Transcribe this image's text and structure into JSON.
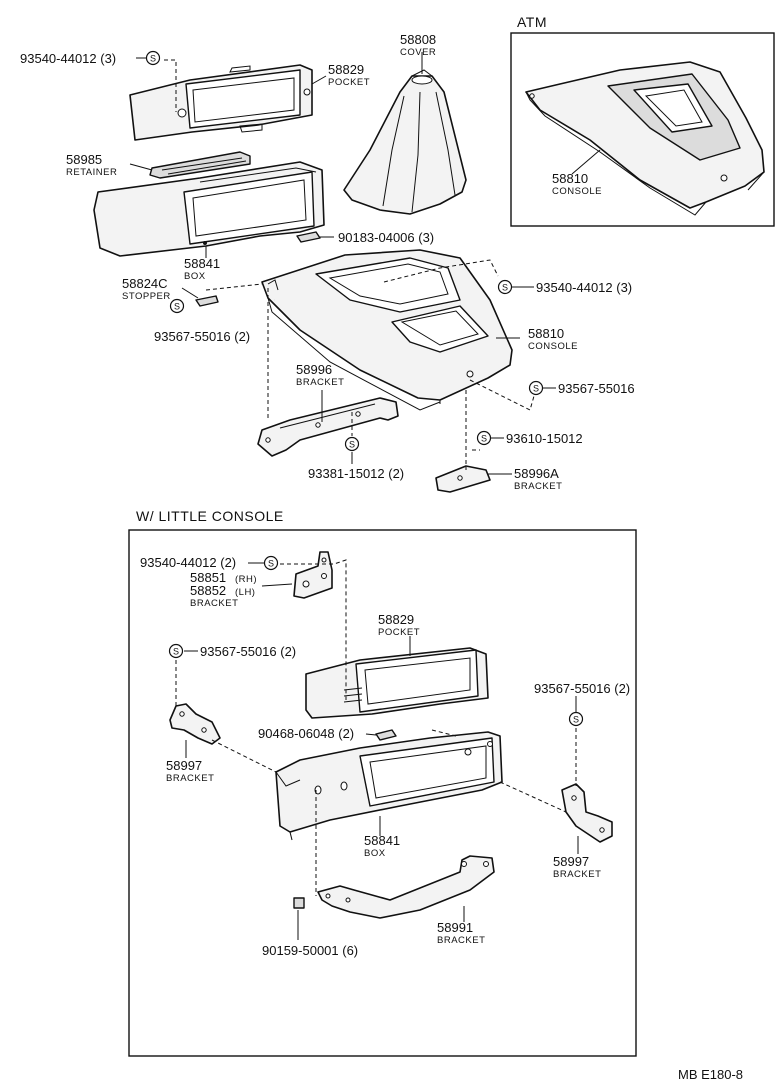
{
  "sections": {
    "atm": "ATM",
    "little_console": "W/ LITTLE CONSOLE"
  },
  "screw_symbol": "S",
  "top": {
    "p_58808_num": "58808",
    "p_58808_name": "COVER",
    "p_58829_num": "58829",
    "p_58829_name": "POCKET",
    "p_93540_a": "93540-44012 (3)",
    "p_58985_num": "58985",
    "p_58985_name": "RETAINER",
    "p_58841_num": "58841",
    "p_58841_name": "BOX",
    "p_90183": "90183-04006 (3)",
    "p_58824c_num": "58824C",
    "p_58824c_name": "STOPPER",
    "p_93540_b": "93540-44012 (3)",
    "p_93567_a": "93567-55016 (2)",
    "p_58810_num": "58810",
    "p_58810_name": "CONSOLE",
    "p_93567_b": "93567-55016",
    "p_58996_num": "58996",
    "p_58996_name": "BRACKET",
    "p_93610": "93610-15012",
    "p_93381": "93381-15012 (2)",
    "p_58996a_num": "58996A",
    "p_58996a_name": "BRACKET"
  },
  "atm": {
    "p_58810_num": "58810",
    "p_58810_name": "CONSOLE"
  },
  "little": {
    "p_93540": "93540-44012 (2)",
    "p_58851_num": "58851",
    "p_58851_side": "(RH)",
    "p_58852_num": "58852",
    "p_58852_side": "(LH)",
    "p_58851_name": "BRACKET",
    "p_58829_num": "58829",
    "p_58829_name": "POCKET",
    "p_93567_a": "93567-55016 (2)",
    "p_93567_b": "93567-55016 (2)",
    "p_90468": "90468-06048 (2)",
    "p_58997a_num": "58997",
    "p_58997a_name": "BRACKET",
    "p_58841_num": "58841",
    "p_58841_name": "BOX",
    "p_58997b_num": "58997",
    "p_58997b_name": "BRACKET",
    "p_58991_num": "58991",
    "p_58991_name": "BRACKET",
    "p_90159": "90159-50001 (6)"
  },
  "footer": {
    "code": "MB  E180-8"
  }
}
